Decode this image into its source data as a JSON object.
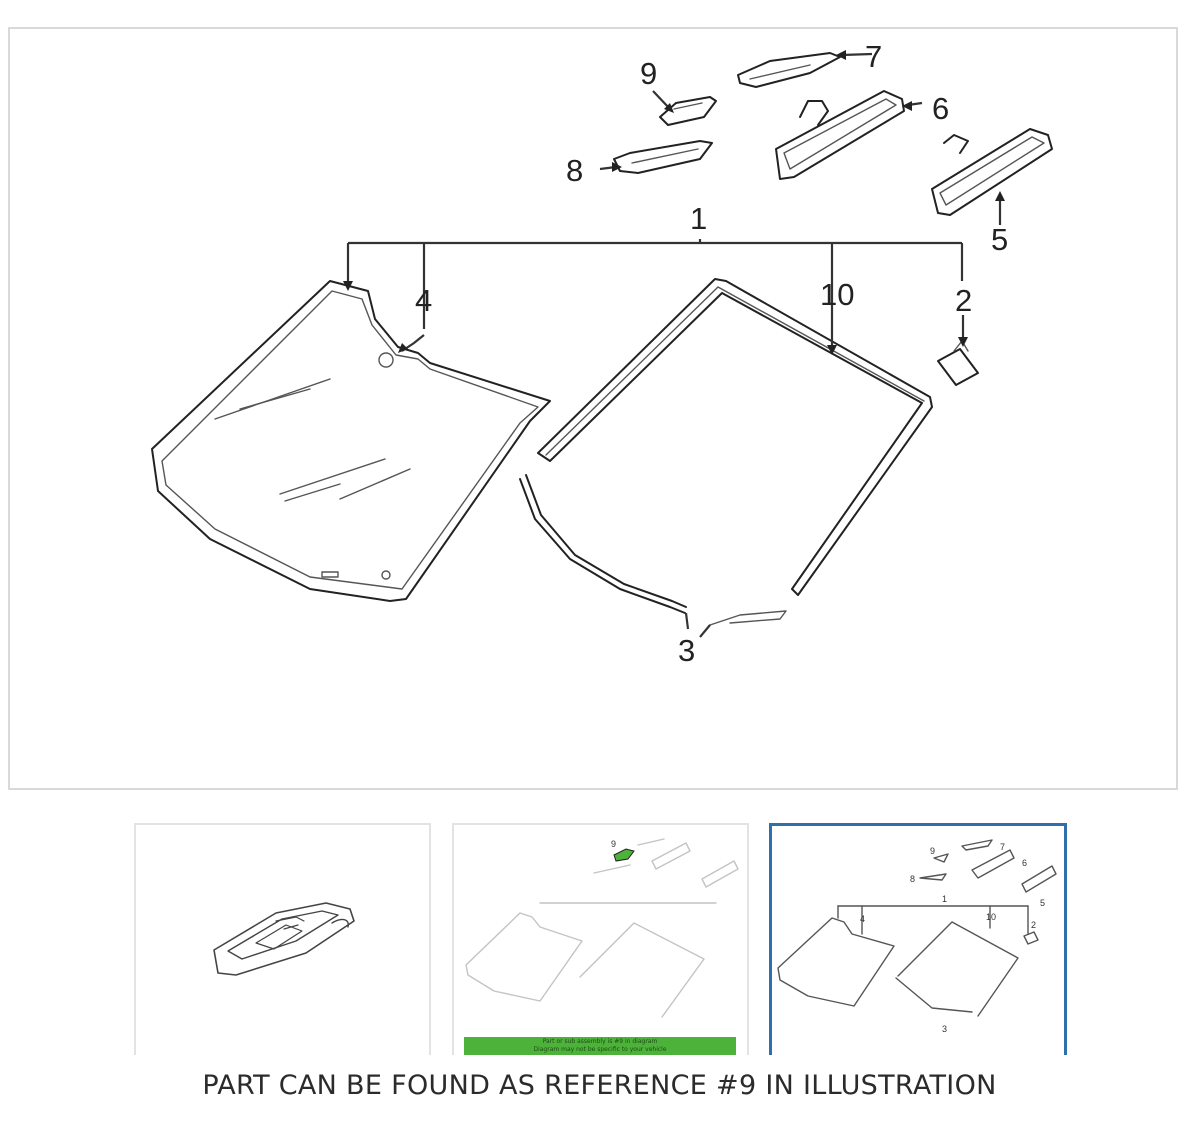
{
  "illustration": {
    "callouts": {
      "c1": "1",
      "c2": "2",
      "c3": "3",
      "c4": "4",
      "c5": "5",
      "c6": "6",
      "c7": "7",
      "c8": "8",
      "c9": "9",
      "c10": "10"
    }
  },
  "thumbnails": [
    {
      "label": "part-detail-thumbnail",
      "selected": false
    },
    {
      "label": "highlighted-diagram-thumbnail",
      "selected": false,
      "banner_line1": "Part or sub assembly is #9 in diagram",
      "banner_line2": "Diagram may not be specific to your vehicle"
    },
    {
      "label": "full-diagram-thumbnail",
      "selected": true
    }
  ],
  "caption": "PART CAN BE FOUND AS REFERENCE #9 IN ILLUSTRATION",
  "colors": {
    "frame_border": "#d9d9d9",
    "selected_border": "#2f6faa",
    "banner_green": "#4db23a"
  }
}
